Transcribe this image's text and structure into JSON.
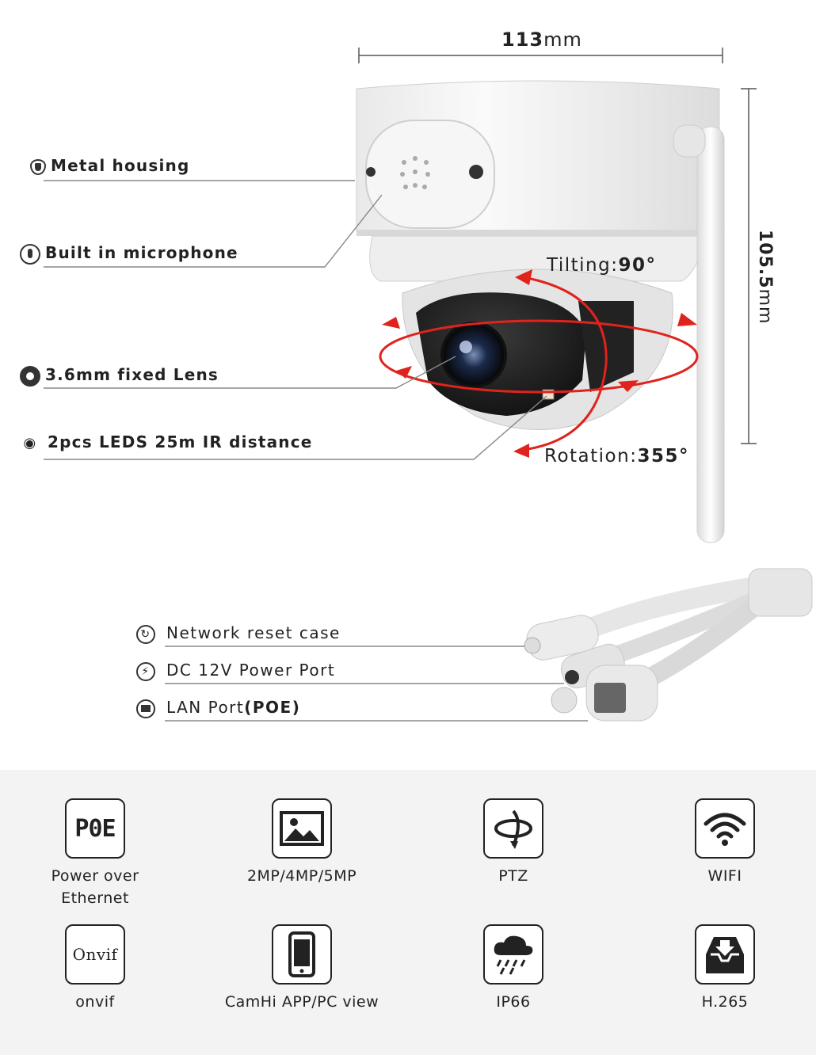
{
  "dimensions": {
    "width_value": "113",
    "width_unit": "mm",
    "height_value": "105.5",
    "height_unit": "mm"
  },
  "callouts": {
    "metal_housing": "Metal housing",
    "microphone": "Built in microphone",
    "lens": "3.6mm fixed Lens",
    "leds": "2pcs LEDS 25m IR distance"
  },
  "angles": {
    "tilting_label": "Tilting:",
    "tilting_value": "90°",
    "rotation_label": "Rotation:",
    "rotation_value": "355°"
  },
  "cable": {
    "reset": "Network reset case",
    "power": "DC 12V Power Port",
    "lan_label": "LAN Port",
    "lan_note": "(POE)"
  },
  "features": [
    {
      "icon": "poe-icon",
      "label": "Power over\nEthernet",
      "icon_text": "P0E"
    },
    {
      "icon": "image-icon",
      "label": "2MP/4MP/5MP"
    },
    {
      "icon": "ptz-rotate-icon",
      "label": "PTZ"
    },
    {
      "icon": "wifi-icon",
      "label": "WIFI"
    },
    {
      "icon": "onvif-icon",
      "label": "onvif",
      "icon_text": "Onvif"
    },
    {
      "icon": "smartphone-icon",
      "label": "CamHi APP/PC view"
    },
    {
      "icon": "weather-rain-icon",
      "label": "IP66"
    },
    {
      "icon": "download-tray-icon",
      "label": "H.265"
    }
  ],
  "colors": {
    "accent_red": "#e0231c",
    "line_gray": "#9a9a9a",
    "panel_bg": "#f3f3f3"
  }
}
